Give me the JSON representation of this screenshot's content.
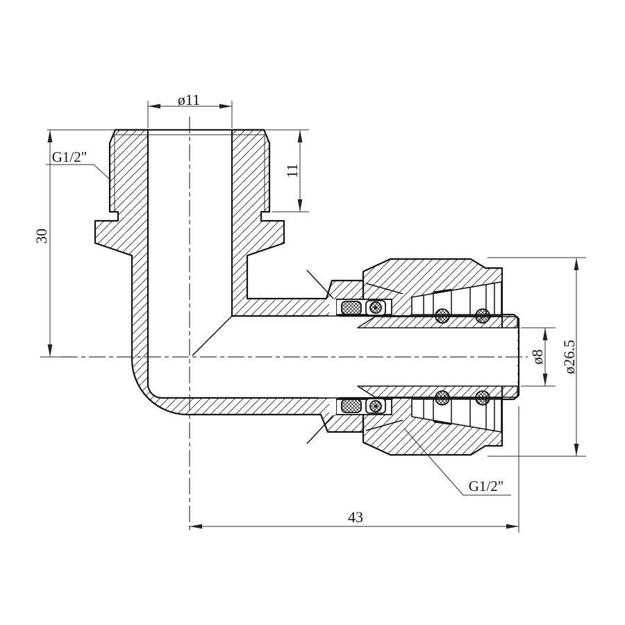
{
  "drawing": {
    "kind": "technical-drawing",
    "part": "90-degree elbow fitting, male thread to compression end, section view",
    "labels": {
      "dia_top": "ø11",
      "thread_len": "11",
      "height": "30",
      "dia_bore": "ø8",
      "dia_nut": "ø26.5",
      "length": "43",
      "thread_label_top": "G1/2\"",
      "thread_label_right": "G1/2\""
    },
    "colors": {
      "line": "#141414",
      "background": "#ffffff"
    }
  }
}
